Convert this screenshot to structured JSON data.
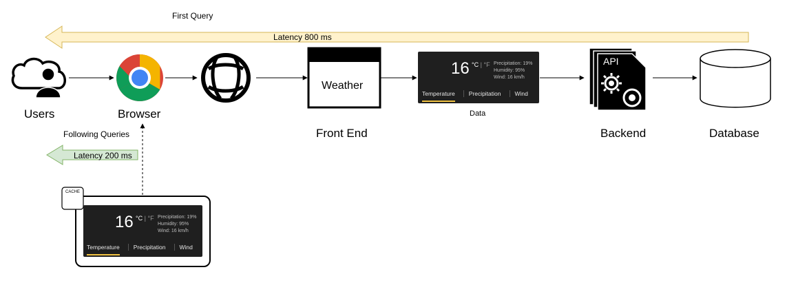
{
  "top_arrow": {
    "title": "First Query",
    "latency": "Latency 800 ms"
  },
  "following": {
    "title": "Following Queries",
    "latency": "Latency 200 ms"
  },
  "nodes": {
    "users": "Users",
    "browser": "Browser",
    "front_end": "Front End",
    "weather_box": "Weather",
    "data": "Data",
    "backend": "Backend",
    "api_icon_text": "API",
    "database": "Database",
    "cache": "CACHE"
  },
  "widget": {
    "temp": "16",
    "unit_c": "°C",
    "unit_sep": "|",
    "unit_f": "°F",
    "precipitation": "Precipitation: 19%",
    "humidity": "Humidity: 95%",
    "wind": "Wind: 16 km/h",
    "tabs": [
      "Temperature",
      "Precipitation",
      "Wind"
    ]
  },
  "colors": {
    "yellow_arrow_fill": "#fff2cc",
    "yellow_arrow_stroke": "#d6b656",
    "green_arrow_fill": "#d5e8d4",
    "green_arrow_stroke": "#82b366",
    "widget_bg": "#1f1f1f",
    "tab_accent": "#f2c343"
  }
}
